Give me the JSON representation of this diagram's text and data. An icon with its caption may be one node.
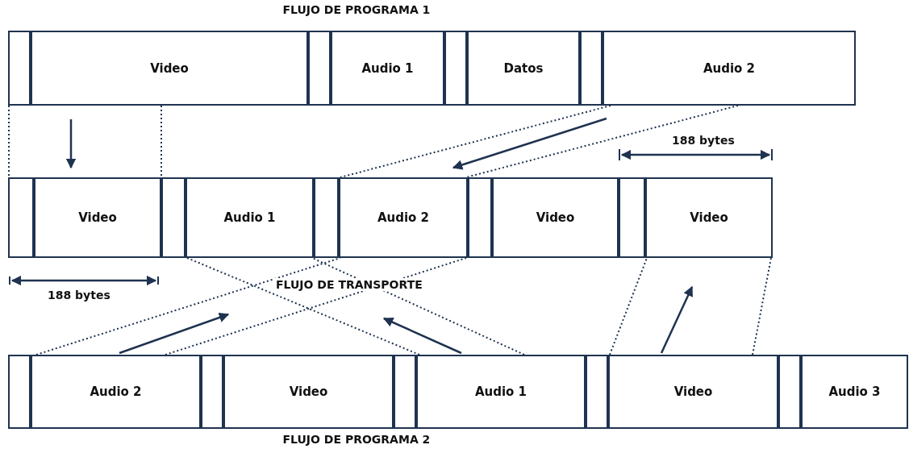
{
  "diagram": {
    "nodes": [
      {
        "text": [],
        "shape": "box"
      },
      {
        "text": [
          "Video"
        ]
      },
      {
        "text": [],
        "shape": "box"
      },
      {
        "text": [
          "Audio 1"
        ]
      },
      {
        "text": [],
        "shape": "box"
      },
      {
        "text": [
          "Datos"
        ]
      },
      {
        "text": [],
        "shape": "box"
      },
      {
        "text": [
          "Audio 2"
        ]
      },
      {
        "text": [],
        "shape": "box"
      },
      {
        "text": [
          "Video"
        ]
      },
      {
        "text": [],
        "shape": "box"
      },
      {
        "text": [
          "Audio 1"
        ]
      },
      {
        "text": [],
        "shape": "box"
      },
      {
        "text": [
          "Audio 2"
        ]
      },
      {
        "text": [],
        "shape": "box"
      },
      {
        "text": [
          "Video"
        ]
      },
      {
        "text": [],
        "shape": "box"
      },
      {
        "text": [
          "Video"
        ]
      },
      {
        "text": [],
        "shape": "box"
      },
      {
        "text": [
          "Audio 2"
        ]
      },
      {
        "text": [],
        "shape": "box"
      },
      {
        "text": [
          "Video"
        ]
      },
      {
        "text": [],
        "shape": "box"
      },
      {
        "text": [
          "Audio 1"
        ]
      },
      {
        "text": [],
        "shape": "box"
      },
      {
        "text": [
          "Video"
        ]
      },
      {
        "text": [],
        "shape": "box"
      },
      {
        "text": [
          "Audio 3"
        ]
      }
    ],
    "edges": [
      {
        "from": 0,
        "to": 8,
        "arrow": "none",
        "style": "dashed"
      },
      {
        "from": 1,
        "to": 9,
        "arrow": "none",
        "style": "dashed"
      },
      {
        "from": 1,
        "to": 9,
        "arrow": "to"
      },
      {
        "from": 7,
        "to": 13,
        "arrow": "none",
        "style": "dashed"
      },
      {
        "from": 7,
        "to": 13,
        "arrow": "none",
        "style": "dashed"
      },
      {
        "from": 7,
        "to": 13,
        "arrow": "to"
      },
      {
        "from": 19,
        "to": 13,
        "arrow": "none",
        "style": "dashed"
      },
      {
        "from": 19,
        "to": 13,
        "arrow": "none",
        "style": "dashed"
      },
      {
        "from": 19,
        "to": null,
        "arrow": "to"
      },
      {
        "from": 23,
        "to": 11,
        "arrow": "none",
        "style": "dashed"
      },
      {
        "from": 23,
        "to": 11,
        "arrow": "none",
        "style": "dashed"
      },
      {
        "from": 23,
        "to": null,
        "arrow": "to"
      },
      {
        "from": 25,
        "to": 17,
        "arrow": "none",
        "style": "dashed"
      },
      {
        "from": 25,
        "to": 17,
        "arrow": "none",
        "style": "dashed"
      },
      {
        "from": 25,
        "to": 17,
        "arrow": "to"
      }
    ],
    "labels": [
      "FLUJO DE PROGRAMA 1",
      "188 bytes",
      "188 bytes",
      "FLUJO DE TRANSPORTE",
      "FLUJO DE PROGRAMA 2"
    ]
  }
}
